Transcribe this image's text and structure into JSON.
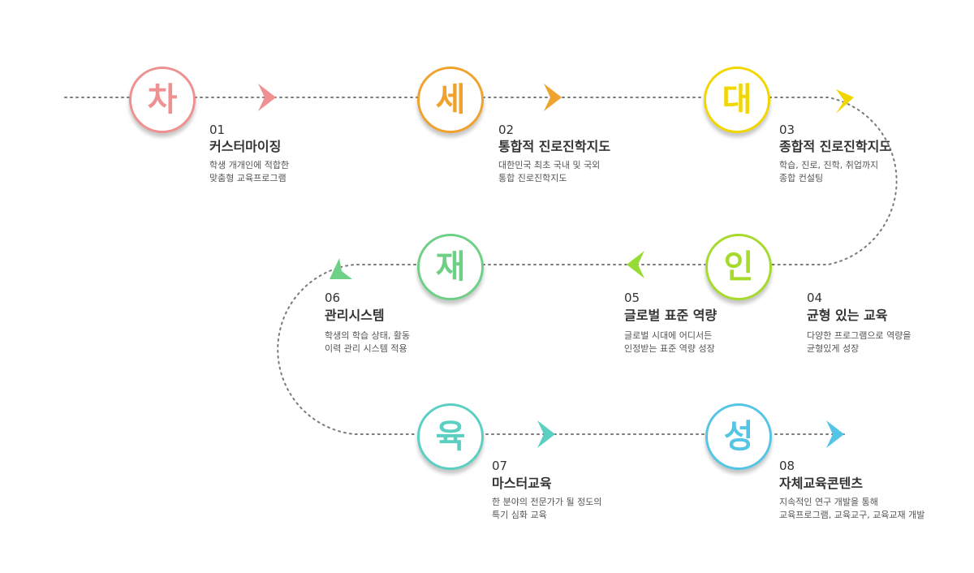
{
  "colors": {
    "line": "#7a7a7a",
    "s1": "#ef9191",
    "s2": "#f0a22e",
    "s3": "#f2d600",
    "s4": "#a6db2e",
    "s5": "#97dc35",
    "s6": "#6ed086",
    "s7": "#5acfc2",
    "s8": "#54c5e4"
  },
  "steps": [
    {
      "char": "차",
      "num": "01",
      "title": "커스터마이징",
      "desc1": "학생 개개인에 적합한",
      "desc2": "맞춤형 교육프로그램"
    },
    {
      "char": "세",
      "num": "02",
      "title": "통합적 진로진학지도",
      "desc1": "대한민국 최초 국내 및 국외",
      "desc2": "통합 진로진학지도"
    },
    {
      "char": "대",
      "num": "03",
      "title": "종합적 진로진학지도",
      "desc1": "학습, 진로, 진학, 취업까지",
      "desc2": "종합 컨설팅"
    },
    {
      "char": "인",
      "num": "04",
      "title": "균형  있는 교육",
      "desc1": "다양한 프로그램으로 역량을",
      "desc2": "균형있게 성장"
    },
    {
      "char": "재",
      "num": "05",
      "title": "글로벌 표준 역량",
      "desc1": "글로벌 시대에 어디서든",
      "desc2": "인정받는 표준 역량 성장"
    },
    {
      "char": "육",
      "num": "06",
      "title": "관리시스템",
      "desc1": "학생의 학습 상태, 활동",
      "desc2": "이력 관리 시스템 적용"
    },
    {
      "char": "성",
      "num": "07",
      "title": "마스터교육",
      "desc1": "한 분야의 전문가가 될 정도의",
      "desc2": "특기 심화 교육"
    },
    {
      "char": "",
      "num": "08",
      "title": "자체교육콘텐츠",
      "desc1": "지속적인 연구 개발을 통해",
      "desc2": "교육프로그램, 교육교구, 교육교재 개발"
    }
  ]
}
